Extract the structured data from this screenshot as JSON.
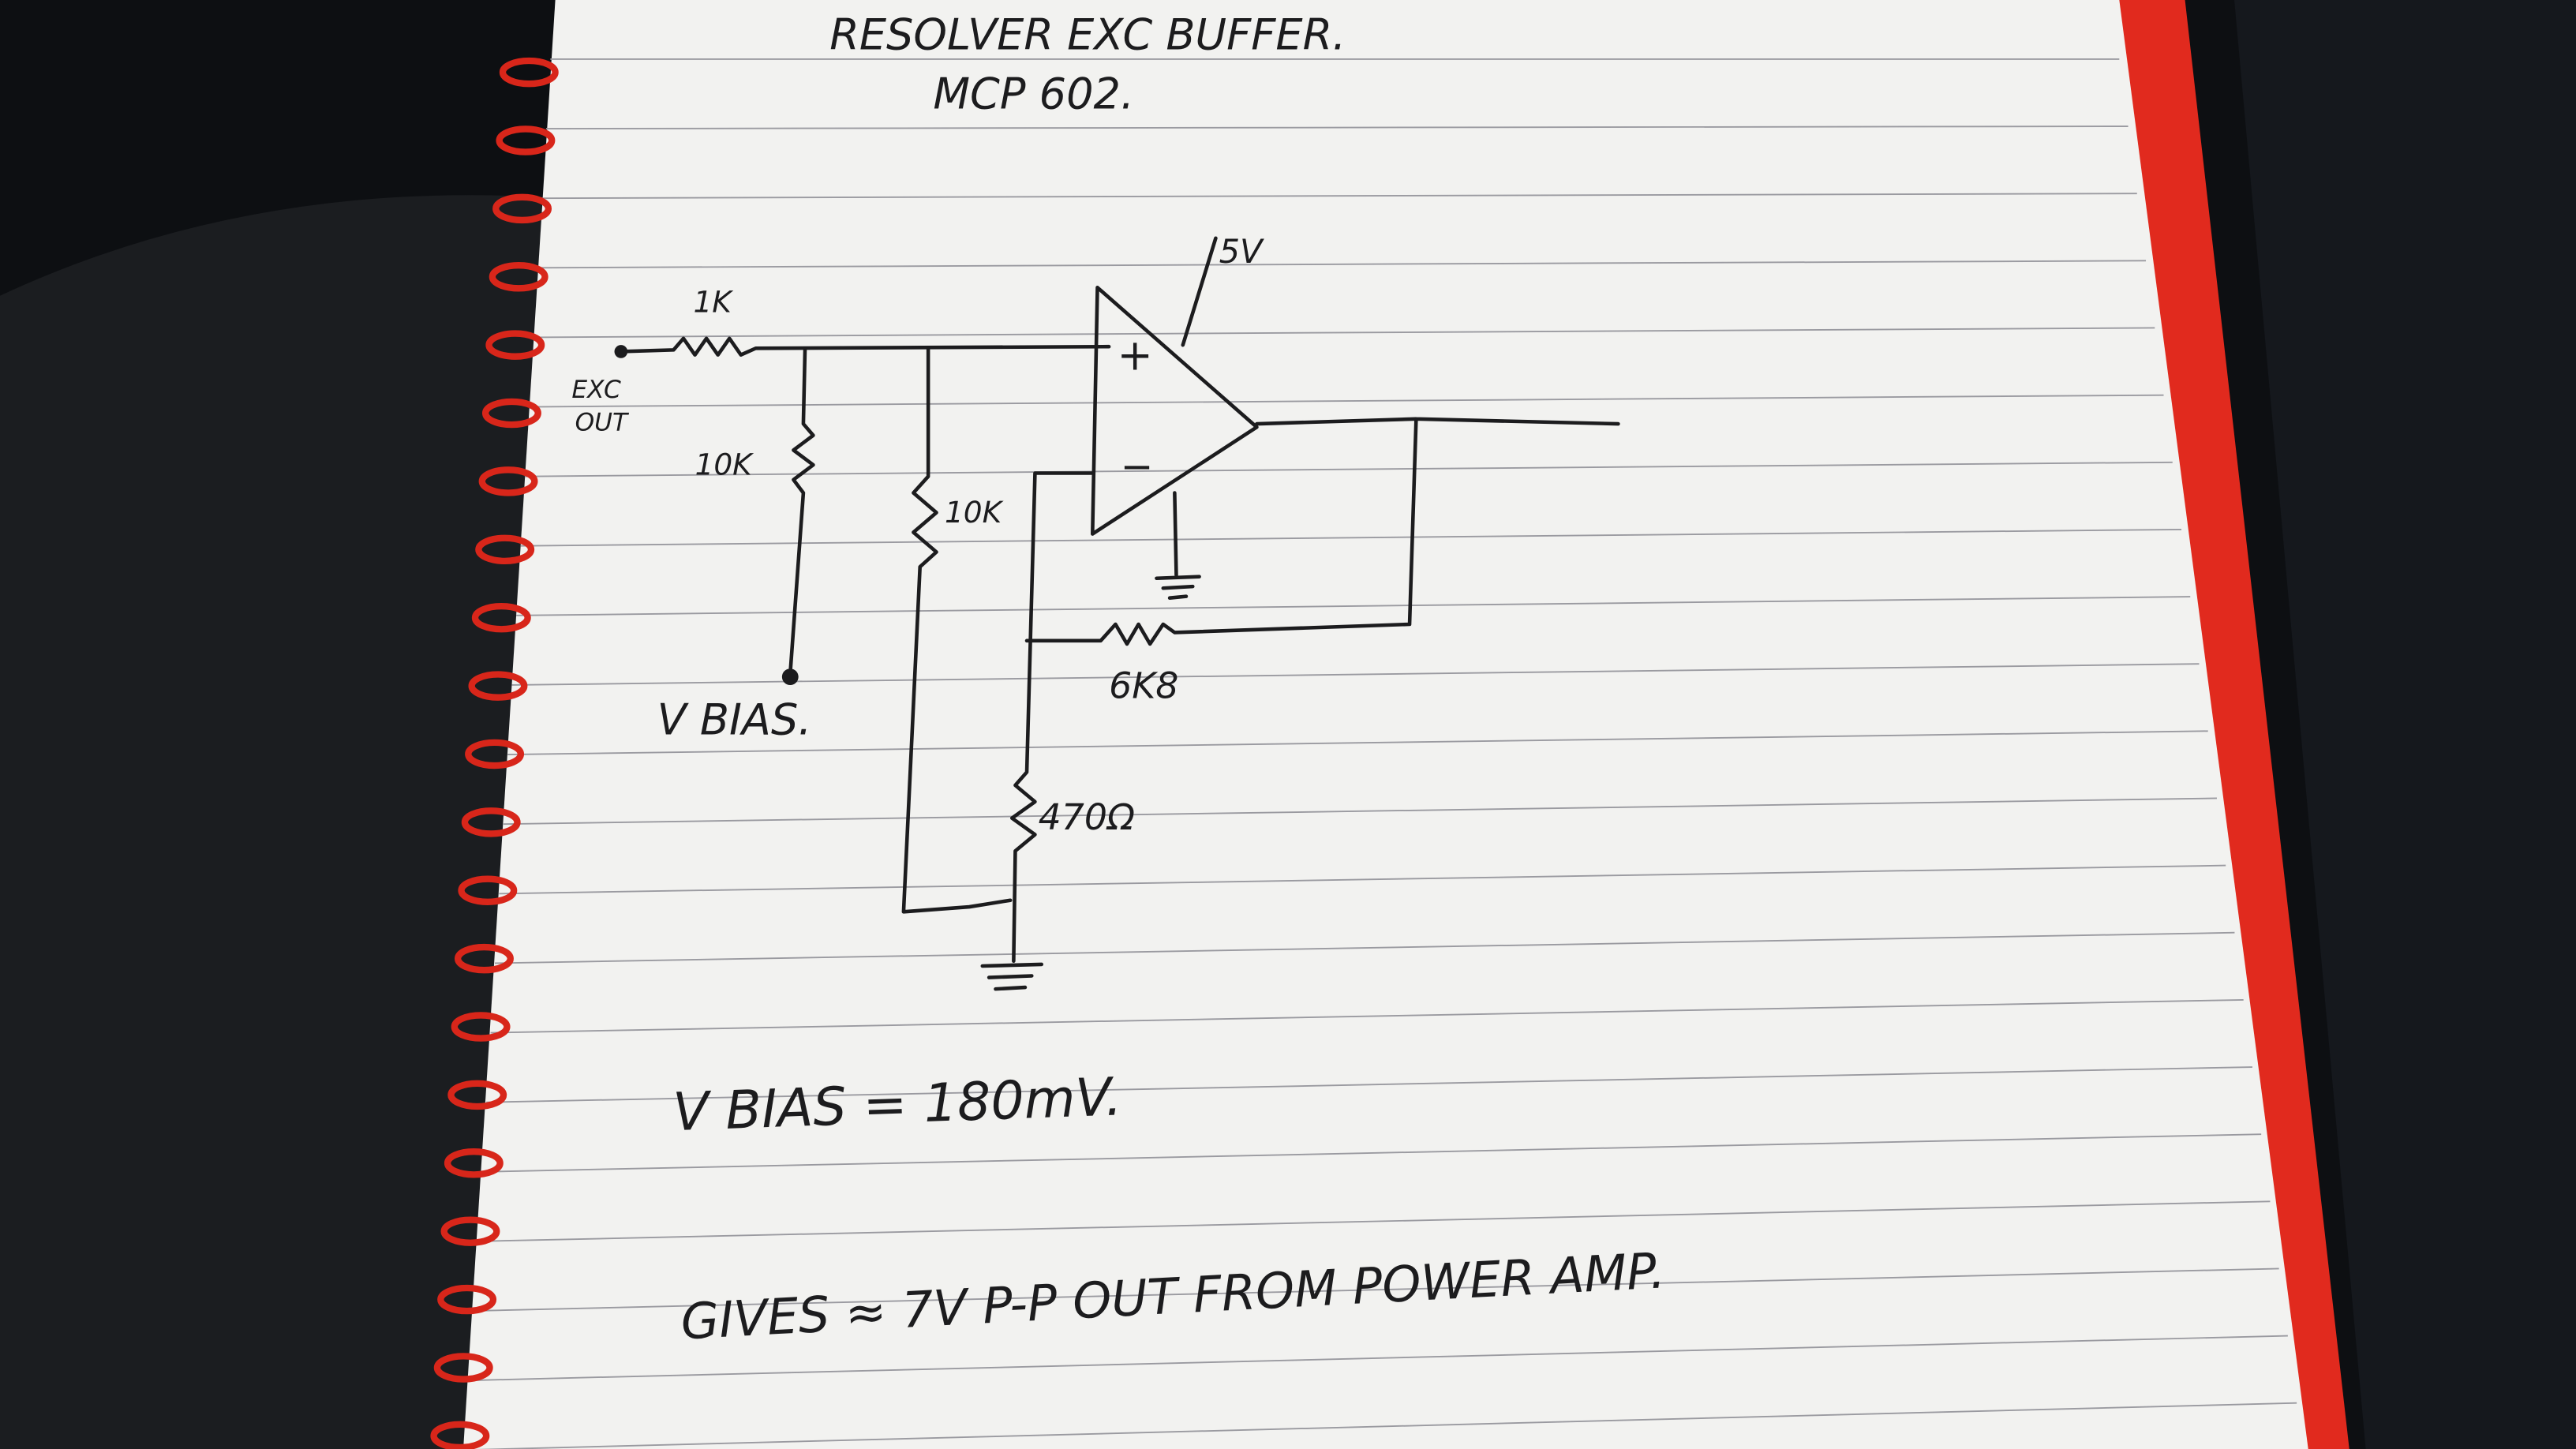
{
  "notebook": {
    "title": "RESOLVER EXC BUFFER.",
    "subtitle": "MCP 602.",
    "colors": {
      "page": "#f2f2f0",
      "spine": "#e12a1e",
      "ink": "#1c1c1e",
      "background": "#0d0f12"
    }
  },
  "schematic": {
    "input_label_1": "EXC",
    "input_label_2": "OUT",
    "r_series": "1K",
    "r_bias": "10K",
    "r_divider": "10K",
    "r_feedback": "6K8",
    "r_gain": "470Ω",
    "supply": "5V",
    "plus": "+",
    "minus": "−",
    "bias_node": "V BIAS."
  },
  "notes": {
    "bias_value": "V BIAS = 180mV.",
    "result": "GIVES ≈ 7V P-P OUT FROM POWER AMP."
  }
}
